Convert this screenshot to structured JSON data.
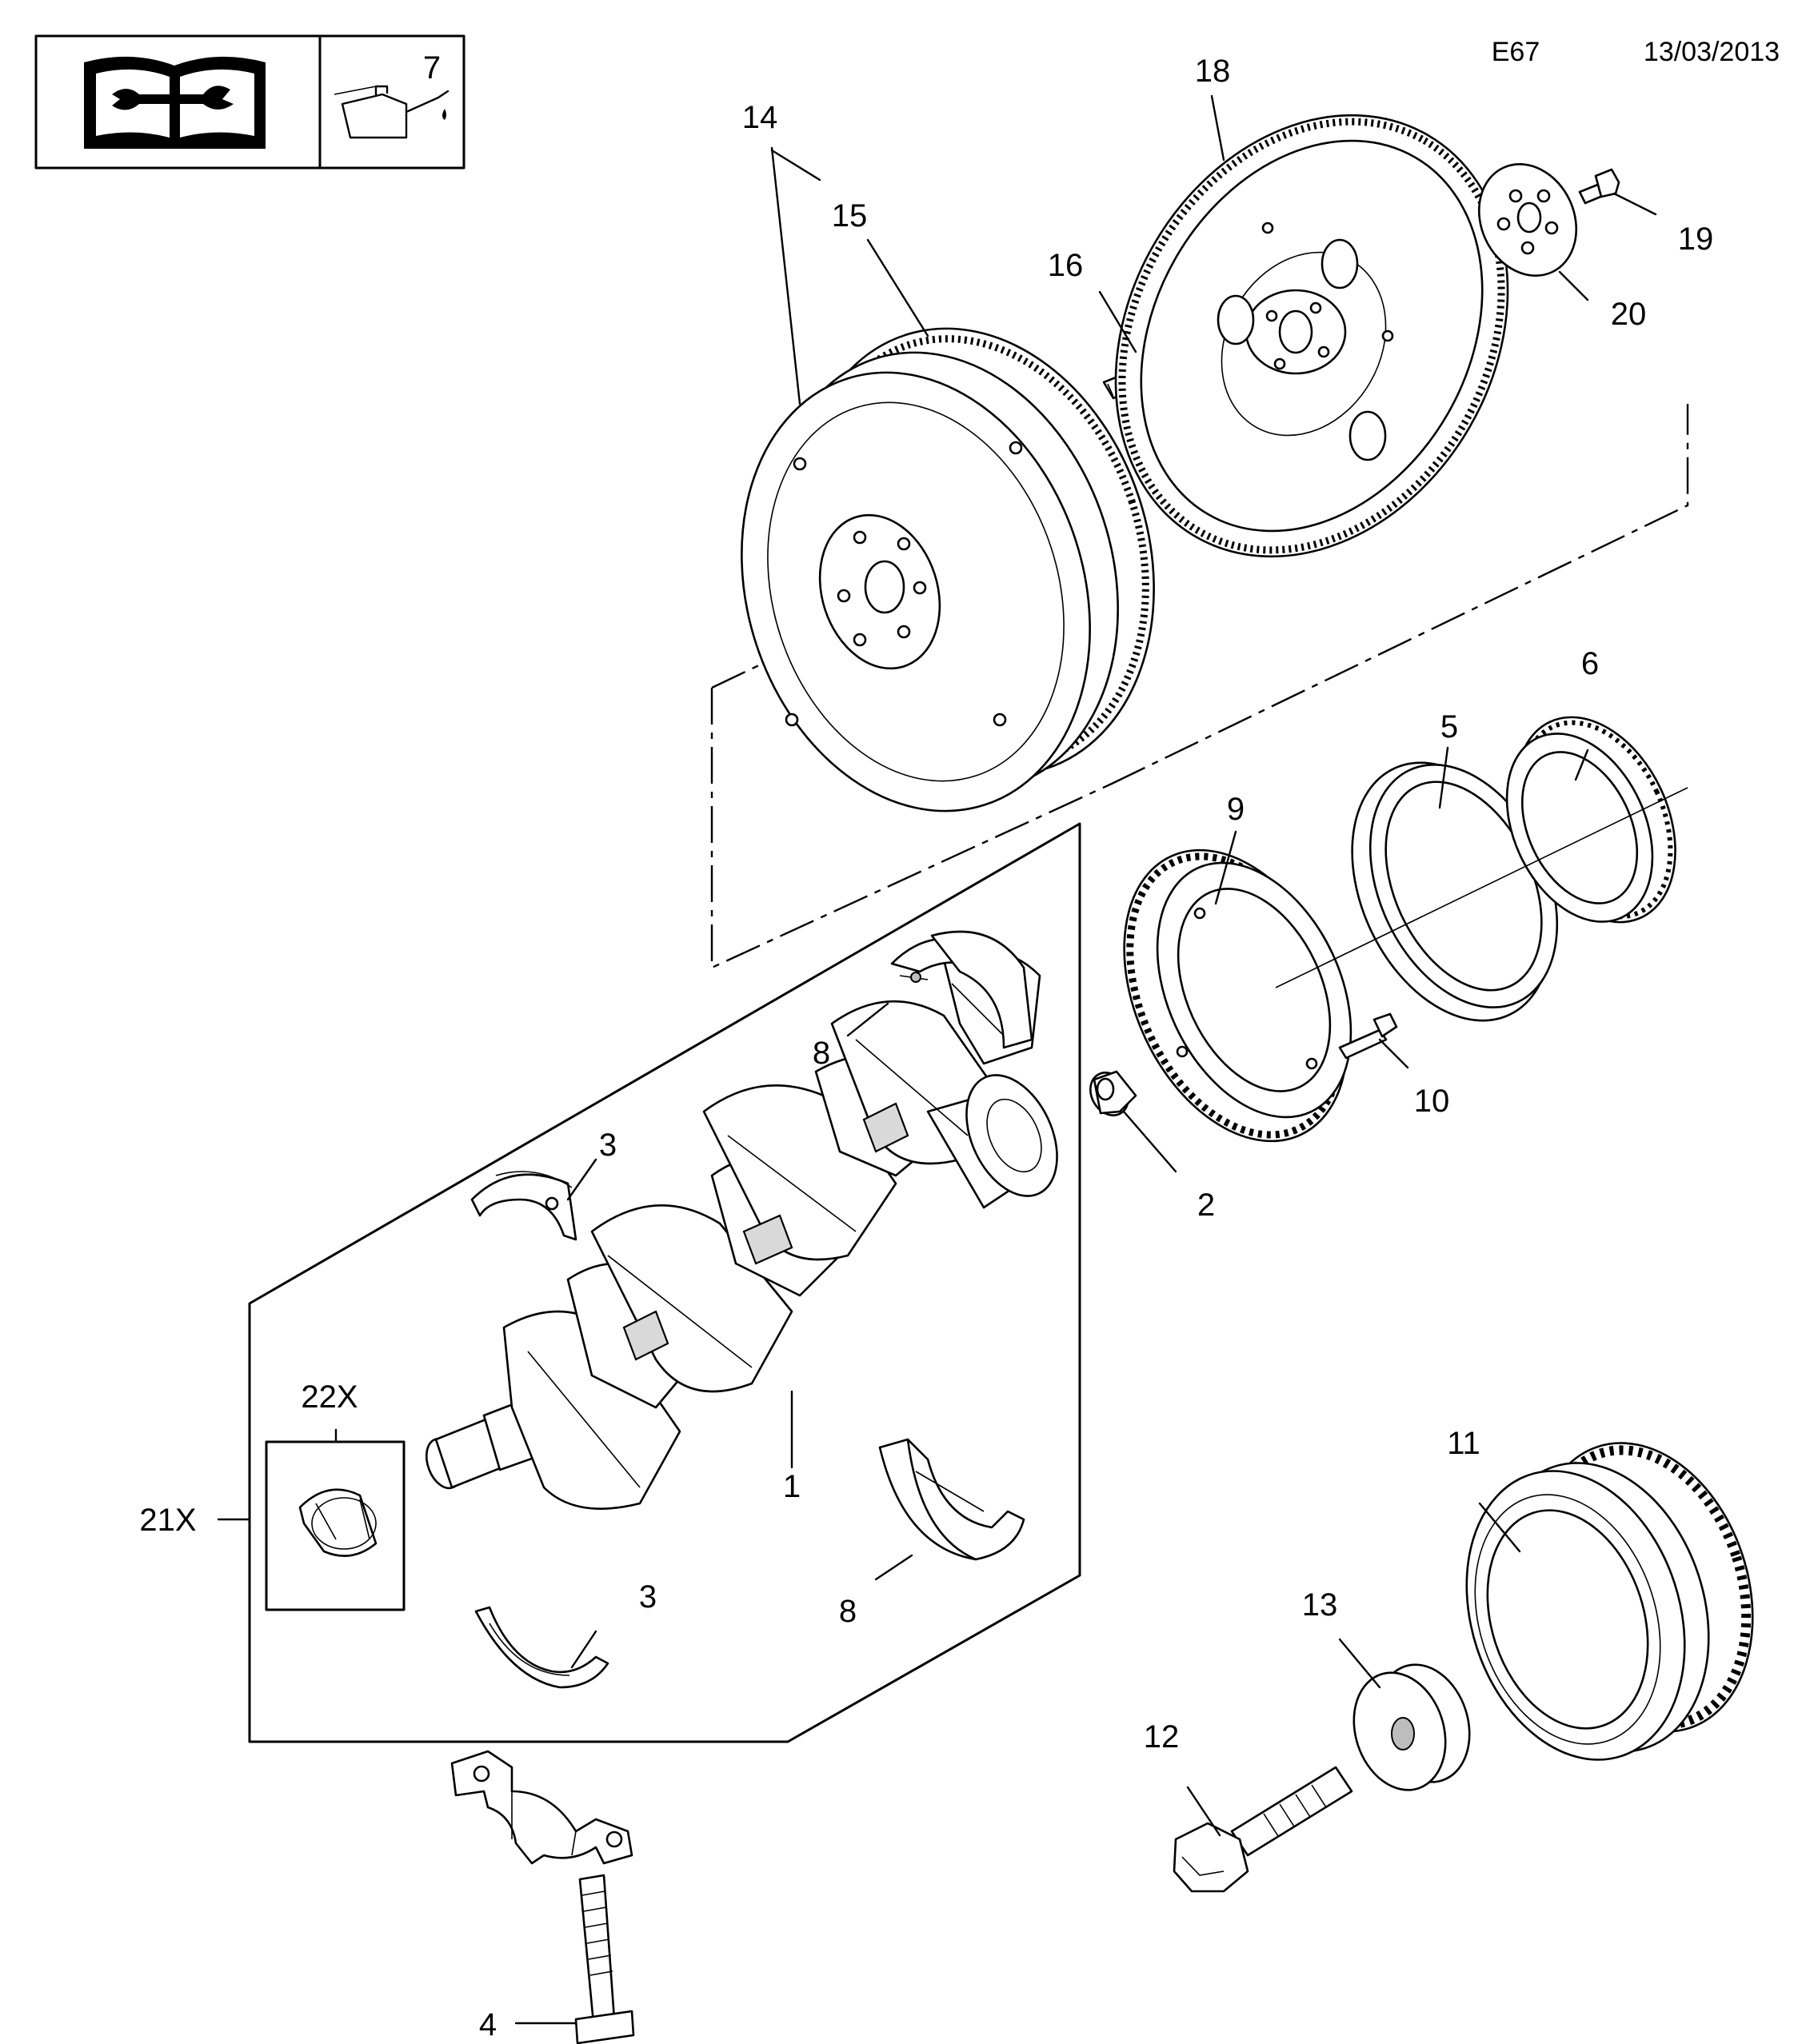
{
  "header": {
    "code": "E67",
    "date": "13/03/2013",
    "info_box_number": "7"
  },
  "callouts": {
    "c1": "1",
    "c2": "2",
    "c3a": "3",
    "c3b": "3",
    "c4": "4",
    "c5": "5",
    "c6": "6",
    "c8a": "8",
    "c8b": "8",
    "c9": "9",
    "c10": "10",
    "c11": "11",
    "c12": "12",
    "c13": "13",
    "c14": "14",
    "c15": "15",
    "c16": "16",
    "c18": "18",
    "c19": "19",
    "c20": "20",
    "c21x": "21X",
    "c22x": "22X"
  },
  "icons": {
    "manual": "service-manual-icon",
    "oil": "oil-can-icon"
  }
}
